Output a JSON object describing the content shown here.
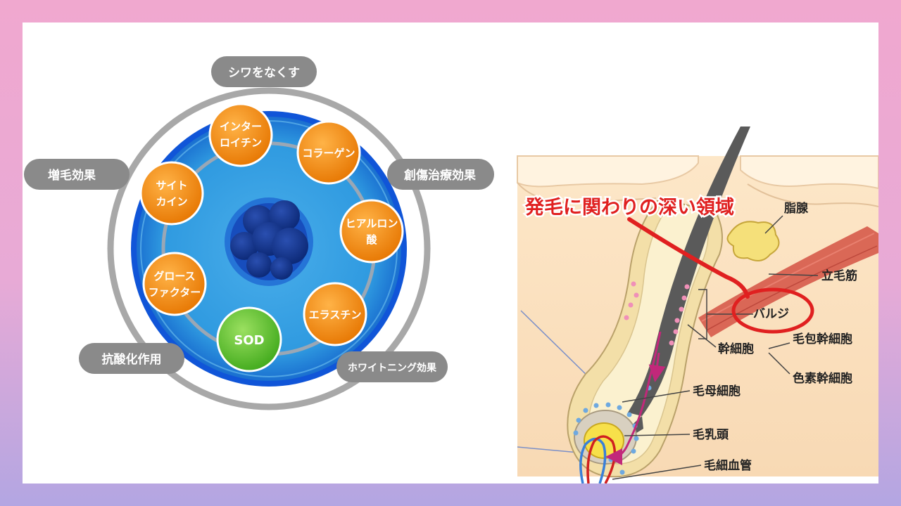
{
  "left_diagram": {
    "effects": [
      {
        "id": "wrinkle",
        "label": "シワをなくす"
      },
      {
        "id": "hair",
        "label": "増毛効果"
      },
      {
        "id": "wound",
        "label": "創傷治療効果"
      },
      {
        "id": "antiox",
        "label": "抗酸化作用"
      },
      {
        "id": "white",
        "label": "ホワイトニング効果"
      }
    ],
    "components": [
      {
        "id": "interleukin",
        "lines": [
          "インター",
          "ロイチン"
        ],
        "color": "#f08a14"
      },
      {
        "id": "collagen",
        "lines": [
          "コラーゲン"
        ],
        "color": "#f08a14"
      },
      {
        "id": "cytokine",
        "lines": [
          "サイト",
          "カイン"
        ],
        "color": "#f08a14"
      },
      {
        "id": "hyaluronic",
        "lines": [
          "ヒアルロン",
          "酸"
        ],
        "color": "#f08a14"
      },
      {
        "id": "growth",
        "lines": [
          "グロース",
          "ファクター"
        ],
        "color": "#f08a14"
      },
      {
        "id": "elastin",
        "lines": [
          "エラスチン"
        ],
        "color": "#f08a14"
      },
      {
        "id": "sod",
        "lines": [
          "SOD"
        ],
        "color": "#5cc22a"
      }
    ]
  },
  "right_diagram": {
    "highlight_label": "発毛に関わりの深い領域",
    "labels": {
      "sebaceous": "脂腺",
      "arrector": "立毛筋",
      "bulge": "バルジ",
      "stem": "幹細胞",
      "follicle_stem": "毛包幹細胞",
      "pigment_stem": "色素幹細胞",
      "matrix": "毛母細胞",
      "papilla": "毛乳頭",
      "capillary": "毛細血管"
    }
  }
}
